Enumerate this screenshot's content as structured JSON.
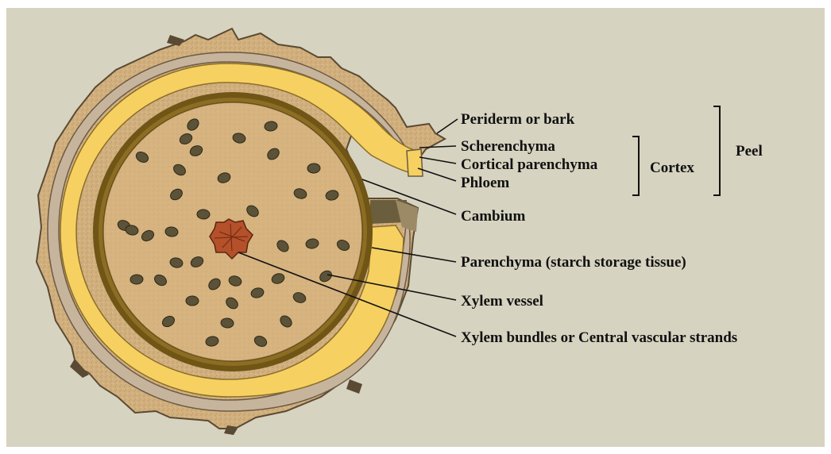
{
  "diagram": {
    "labels": {
      "periderm": "Periderm or bark",
      "sclerenchyma": "Scherenchyma",
      "cortical_parenchyma": "Cortical parenchyma",
      "phloem": "Phloem",
      "cambium": "Cambium",
      "parenchyma": "Parenchyma (starch storage tissue)",
      "xylem_vessel": "Xylem vessel",
      "xylem_bundles": "Xylem bundles or Central vascular strands"
    },
    "groups": {
      "cortex": "Cortex",
      "peel": "Peel"
    },
    "colors": {
      "background": "#d6d3c0",
      "bark": "#d1b07e",
      "bark_outline": "#5b4a33",
      "sclerenchyma_ring": "#c7b49c",
      "cortex_yellow": "#f6d161",
      "cambium_ring": "#6f5516",
      "parenchyma": "#d9b580",
      "xylem_vessel": "#5b5238",
      "central_strand": "#b4502a"
    }
  }
}
